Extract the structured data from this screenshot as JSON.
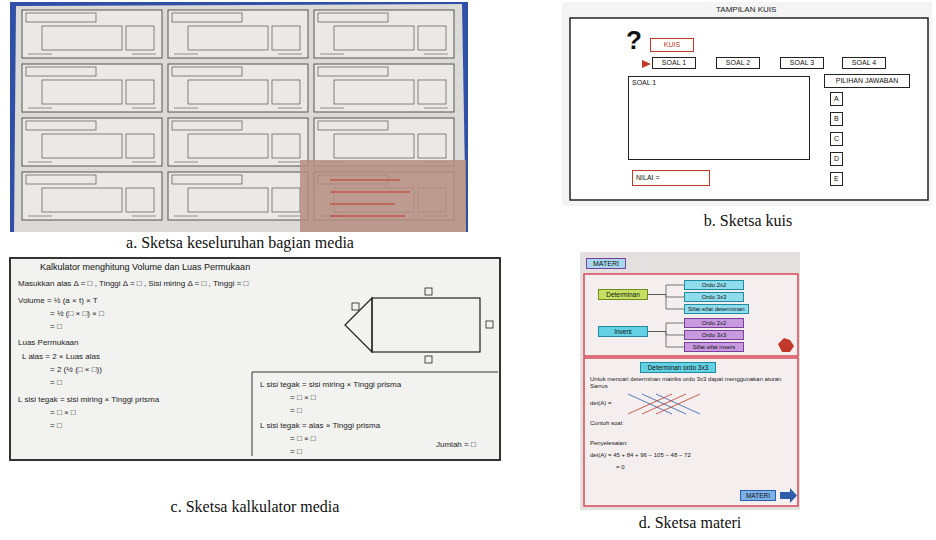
{
  "diagram": {
    "nodes": [
      {
        "text": [
          "a. Sketsa keseluruhan bagian media"
        ]
      },
      {
        "text": [
          "b. Sketsa kuis"
        ]
      },
      {
        "text": [
          "c. Sketsa kalkulator media"
        ]
      },
      {
        "text": [
          "d. Sketsa materi"
        ]
      },
      {
        "text": [
          "KUIS"
        ],
        "in": 1
      },
      {
        "text": [
          "SOAL 1"
        ],
        "in": 1
      },
      {
        "text": [
          "SOAL 2"
        ],
        "in": 1
      },
      {
        "text": [
          "SOAL 3"
        ],
        "in": 1
      },
      {
        "text": [
          "SOAL 4"
        ],
        "in": 1
      },
      {
        "text": [
          "PILIHAN JAWABAN"
        ],
        "in": 1
      },
      {
        "text": [
          "SOAL 1"
        ],
        "in": 1
      },
      {
        "text": [
          "A"
        ],
        "in": 1
      },
      {
        "text": [
          "B"
        ],
        "in": 1
      },
      {
        "text": [
          "C"
        ],
        "in": 1
      },
      {
        "text": [
          "D"
        ],
        "in": 1
      },
      {
        "text": [
          "E"
        ],
        "in": 1
      },
      {
        "text": [
          "NILAI ="
        ],
        "in": 1
      },
      {
        "text": [
          "MATERI"
        ],
        "in": 3
      },
      {
        "text": [
          "Determinan"
        ],
        "in": 3
      },
      {
        "text": [
          "Invers"
        ],
        "in": 3
      },
      {
        "text": [
          "Ordo 2x2"
        ],
        "in": 3
      },
      {
        "text": [
          "Ordo 3x3"
        ],
        "in": 3
      },
      {
        "text": [
          "Sifat-sifat determinan"
        ],
        "in": 3
      },
      {
        "text": [
          "Ordo 2x2"
        ],
        "in": 3
      },
      {
        "text": [
          "Ordo 3x3"
        ],
        "in": 3
      },
      {
        "text": [
          "Sifat-sifat invers"
        ],
        "in": 3
      },
      {
        "text": [
          "Determinan ordo 3x3"
        ],
        "in": 3
      },
      {
        "text": [
          "MATERI"
        ],
        "in": 3
      }
    ],
    "edges": [
      {
        "from": 18,
        "to": 20,
        "arrow": "none"
      },
      {
        "from": 18,
        "to": 21,
        "arrow": "none"
      },
      {
        "from": 18,
        "to": 22,
        "arrow": "none"
      },
      {
        "from": 19,
        "to": 23,
        "arrow": "none"
      },
      {
        "from": 19,
        "to": 24,
        "arrow": "none"
      },
      {
        "from": 19,
        "to": 25,
        "arrow": "none"
      }
    ],
    "labels": [
      "TAMPILAN KUIS",
      "?",
      "Kalkulator menghitung Volume dan Luas Permukaan",
      "Masukkan alas Δ = □ , Tinggi Δ = □ , Sisi miring Δ = □ , Tinggi = □",
      "Volume = ½ (a × t) × T",
      "= ½ (□ × □) × □",
      "= □",
      "Luas Permukaan",
      "L alas = 2 × Luas alas",
      "= 2 (½ (□ × □))",
      "= □",
      "L sisi tegak = sisi miring × Tinggi prisma",
      "= □ × □",
      "= □",
      "L sisi tegak = sisi miring × Tinggi prisma",
      "= □ × □",
      "= □",
      "L sisi tegak = alas × Tinggi prisma",
      "= □ × □",
      "= □",
      "Jumlah = □",
      "Untuk mencari determinan matriks ordo 3x3 dapat menggunakan aturan Sarrus",
      "det(A) =",
      "Contoh soal:",
      "Penyelesaian:",
      "det(A) = 45 + 84 + 96 − 105 − 48 − 72",
      "= 0"
    ]
  }
}
